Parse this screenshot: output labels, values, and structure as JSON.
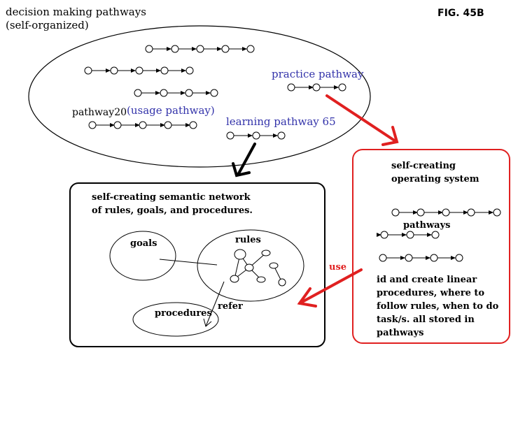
{
  "figure_label": "FIG. 45B",
  "top_title": [
    "decision making pathways",
    "(self-organized)"
  ],
  "labels": {
    "practice": "practice pathway",
    "pathway20": "pathway20",
    "usage": "(usage pathway)",
    "learning": "learning pathway 65",
    "use": "use",
    "refer": "refer"
  },
  "semantic_box": {
    "title": [
      "self-creating semantic network",
      "of rules, goals, and procedures."
    ],
    "goals": "goals",
    "rules": "rules",
    "procedures": "procedures"
  },
  "os_box": {
    "title": [
      "self-creating",
      "operating system"
    ],
    "pathways": "pathways",
    "description": [
      "id and create linear",
      "procedures, where to",
      "follow rules, when to do",
      "task/s.  all stored in",
      "pathways"
    ]
  },
  "colors": {
    "blue": "#3333aa",
    "red": "#e02020",
    "black": "#000000"
  }
}
